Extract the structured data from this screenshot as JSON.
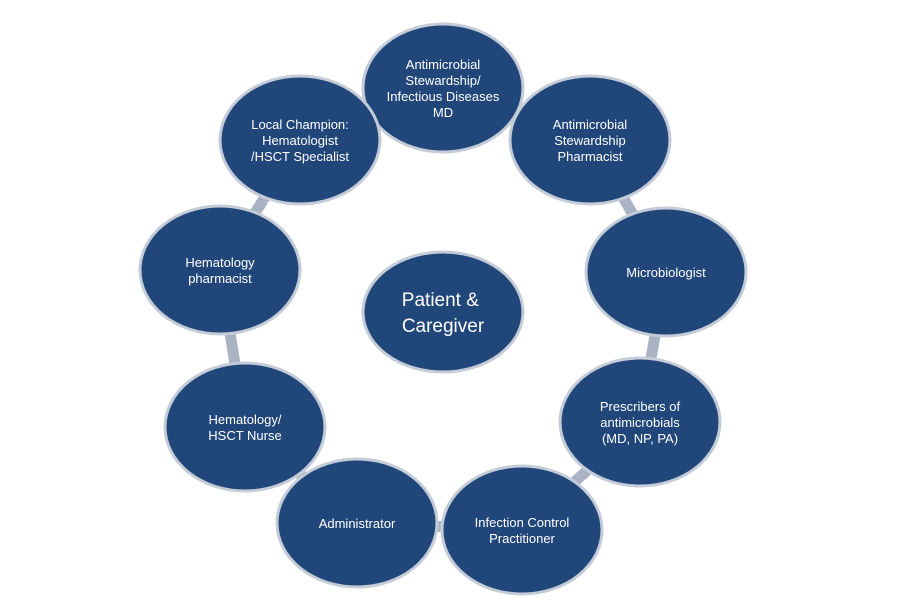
{
  "diagram": {
    "center": {
      "lines": [
        "Patient &",
        "Caregiver"
      ]
    },
    "roles": [
      {
        "lines": [
          "Antimicrobial",
          "Stewardship/",
          "Infectious Diseases",
          "MD"
        ]
      },
      {
        "lines": [
          "Antimicrobial",
          "Stewardship",
          "Pharmacist"
        ]
      },
      {
        "lines": [
          "Microbiologist"
        ]
      },
      {
        "lines": [
          "Prescribers of",
          "antimicrobials",
          "(MD, NP, PA)"
        ]
      },
      {
        "lines": [
          "Infection Control",
          "Practitioner"
        ]
      },
      {
        "lines": [
          "Administrator"
        ]
      },
      {
        "lines": [
          "Hematology/",
          "HSCT Nurse"
        ]
      },
      {
        "lines": [
          "Hematology",
          "pharmacist"
        ]
      },
      {
        "lines": [
          "Local Champion:",
          "Hematologist",
          "/HSCT Specialist"
        ]
      }
    ]
  },
  "colors": {
    "node_fill": "#21467a",
    "node_border": "#c4ccd8",
    "connector": "#a9b3c4",
    "label_text": "#ffffff"
  }
}
